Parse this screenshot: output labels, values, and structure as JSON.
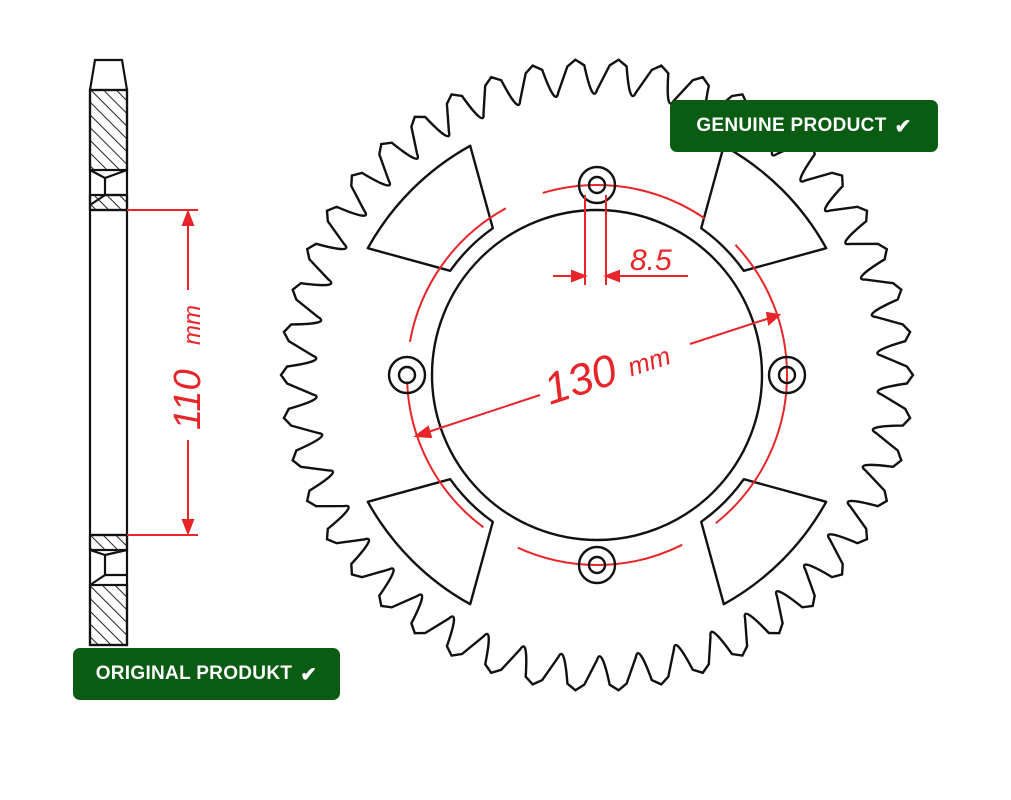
{
  "diagram": {
    "side_dimension": {
      "value": "110",
      "unit": "mm"
    },
    "bolt_hole_dimension": "8.5",
    "bolt_circle_dimension": {
      "value": "130",
      "unit": "mm"
    }
  },
  "badges": {
    "genuine": {
      "label": "GENUINE PRODUCT",
      "icon": "check-icon"
    },
    "original": {
      "label": "ORIGINAL PRODUKT",
      "icon": "check-icon"
    }
  },
  "colors": {
    "badge": "#0b5c13",
    "dimension": "#e8262a",
    "line": "#111111"
  }
}
